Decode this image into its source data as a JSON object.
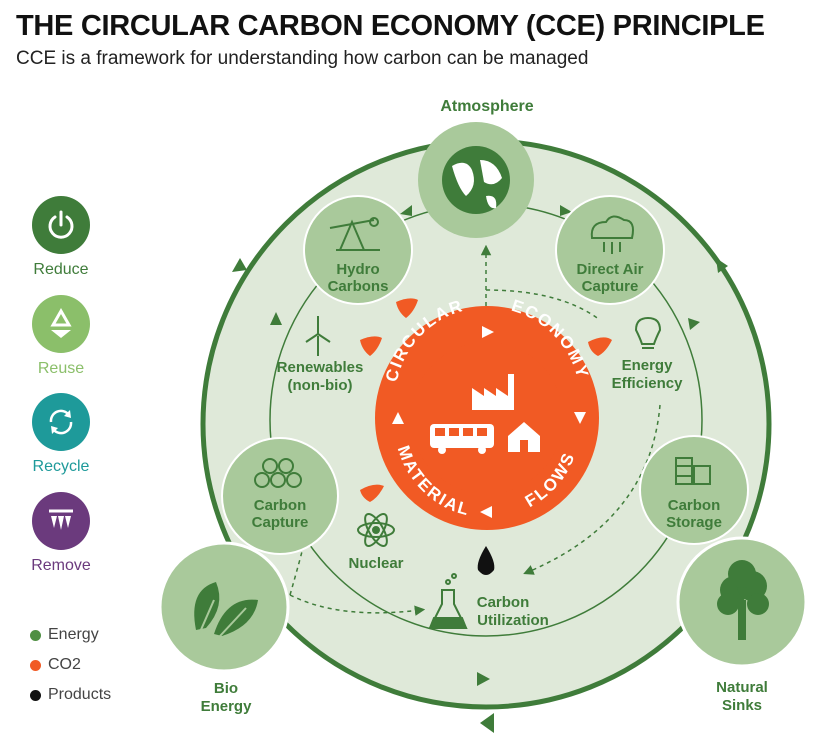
{
  "header": {
    "title": "THE CIRCULAR CARBON ECONOMY (CCE) PRINCIPLE",
    "subtitle": "CCE is a framework for understanding how carbon can be managed"
  },
  "legend": {
    "reduce": "Reduce",
    "reuse": "Reuse",
    "recycle": "Recycle",
    "remove": "Remove"
  },
  "key": {
    "energy": "Energy",
    "co2": "CO2",
    "products": "Products"
  },
  "nodes": {
    "atmosphere": "Atmosphere",
    "hydro_1": "Hydro",
    "hydro_2": "Carbons",
    "direct_air_1": "Direct Air",
    "direct_air_2": "Capture",
    "renewables_1": "Renewables",
    "renewables_2": "(non-bio)",
    "energy_eff_1": "Energy",
    "energy_eff_2": "Efficiency",
    "carbon_capture_1": "Carbon",
    "carbon_capture_2": "Capture",
    "carbon_storage_1": "Carbon",
    "carbon_storage_2": "Storage",
    "nuclear": "Nuclear",
    "carbon_util_1": "Carbon",
    "carbon_util_2": "Utilization",
    "bio_1": "Bio",
    "bio_2": "Energy",
    "natural_1": "Natural",
    "natural_2": "Sinks"
  },
  "center": {
    "w_circular": "CIRCULAR",
    "w_economy": "ECONOMY",
    "w_flows": "FLOWS",
    "w_material": "MATERIAL"
  },
  "colors": {
    "dark_green": "#3f7c3a",
    "mid_green": "#5b9a4e",
    "light_green": "#8bbf6a",
    "pale_green": "#dde9d6",
    "node_fill": "#a9c99b",
    "orange": "#f15a24",
    "teal": "#1e9a9a",
    "purple": "#6b3a7d",
    "black": "#111111"
  },
  "icons": {
    "reduce": "power-icon",
    "reuse": "recycle-icon",
    "recycle": "cycle-arrows-icon",
    "remove": "down-arrows-icon",
    "atmosphere": "globe-icon",
    "hydro": "oil-pump-icon",
    "direct_air": "cloud-icon",
    "renewables": "wind-turbine-icon",
    "energy_eff": "lightbulb-icon",
    "carbon_capture": "molecule-icon",
    "carbon_storage": "barrels-icon",
    "nuclear": "atom-icon",
    "carbon_util": "flask-icon",
    "bio": "leaves-icon",
    "natural": "tree-icon",
    "center": "factory-bus-house-icon"
  }
}
